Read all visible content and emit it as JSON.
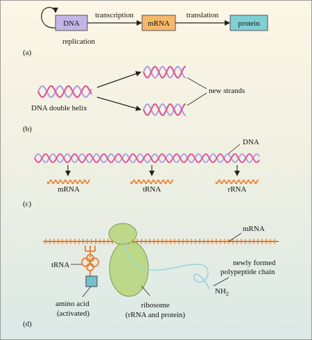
{
  "panels": {
    "a": {
      "label": "(a)",
      "dna": "DNA",
      "mrna": "mRNA",
      "protein": "protein",
      "transcription": "transcription",
      "translation": "translation",
      "replication": "replication"
    },
    "b": {
      "label": "(b)",
      "helix_label": "DNA double helix",
      "new_strands": "new strands"
    },
    "c": {
      "label": "(c)",
      "dna": "DNA",
      "mrna": "mRNA",
      "trna": "tRNA",
      "rrna": "rRNA"
    },
    "d": {
      "label": "(d)",
      "mrna": "mRNA",
      "trna": "tRNA",
      "chain_line1": "newly formed",
      "chain_line2": "polypeptide chain",
      "nh": "NH",
      "nh_sub": "2",
      "amino_line1": "amino acid",
      "amino_line2": "(activated)",
      "ribosome_line1": "ribosome",
      "ribosome_line2": "(rRNA and protein)"
    }
  },
  "colors": {
    "dna_box": "#c2b6e6",
    "mrna_box": "#f5b86a",
    "protein_box": "#7fcfd3",
    "helix_pink": "#e0559a",
    "helix_violet": "#b0a2dc",
    "rna_orange": "#ea7a2a",
    "ribosome": "#bcd98a",
    "polypeptide": "#9ad2de",
    "amino_box": "#72c2cc"
  }
}
